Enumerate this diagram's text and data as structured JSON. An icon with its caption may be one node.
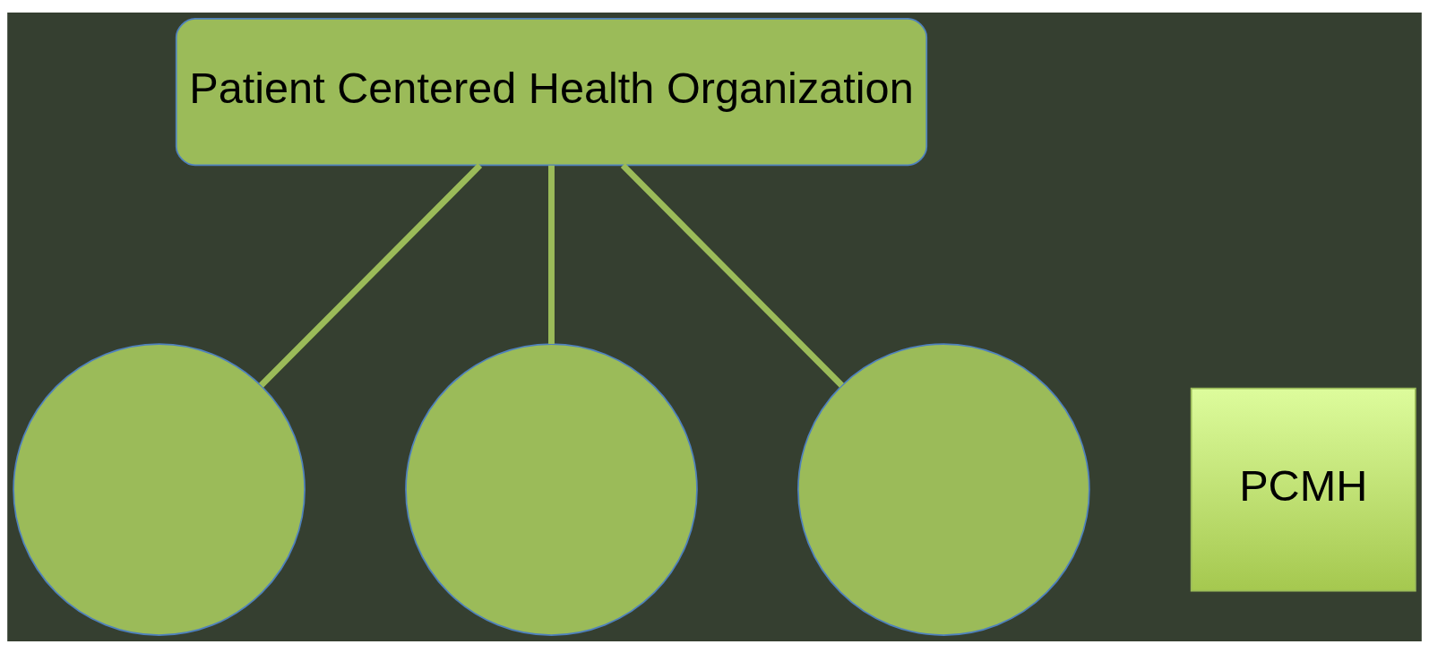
{
  "diagram": {
    "nodes": [
      {
        "text": [
          "Patient Centered Health Organization"
        ]
      },
      {
        "text": [],
        "shape": "circle"
      },
      {
        "text": [],
        "shape": "circle"
      },
      {
        "text": [],
        "shape": "circle"
      },
      {
        "text": [
          "PCMH"
        ]
      }
    ],
    "edges": [
      {
        "from": 0,
        "to": 1,
        "arrow": "none"
      },
      {
        "from": 0,
        "to": 2,
        "arrow": "none"
      },
      {
        "from": 0,
        "to": 3,
        "arrow": "none"
      }
    ]
  }
}
